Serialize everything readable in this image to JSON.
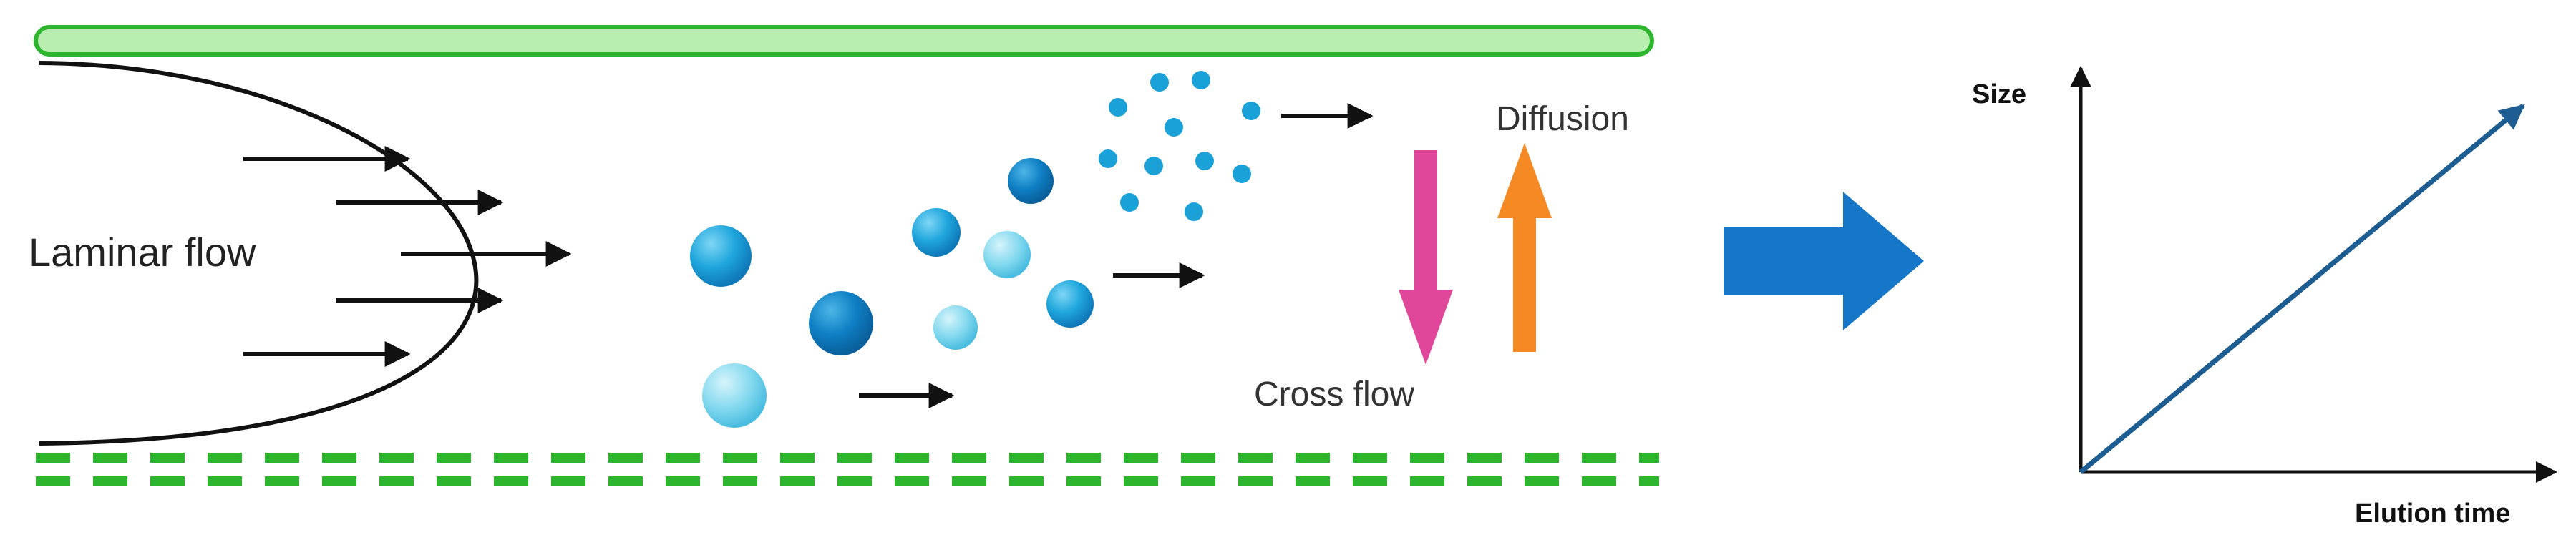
{
  "labels": {
    "laminar_flow": "Laminar flow",
    "diffusion": "Diffusion",
    "cross_flow": "Cross flow"
  },
  "graph": {
    "y_axis_label": "Size",
    "x_axis_label": "Elution time"
  },
  "colors": {
    "membrane_green": "#2db52d",
    "wall_fill": "#b8eeb0",
    "cross_flow_arrow": "#e0479a",
    "diffusion_arrow": "#f58a25",
    "big_arrow": "#1677c8",
    "graph_line": "#1d5d91",
    "particle_large": "#1a9ad6",
    "particle_light": "#7dd6ee",
    "particle_small": "#1a9ad6"
  },
  "icons": {
    "result_arrow": "right-block-arrow-icon"
  }
}
